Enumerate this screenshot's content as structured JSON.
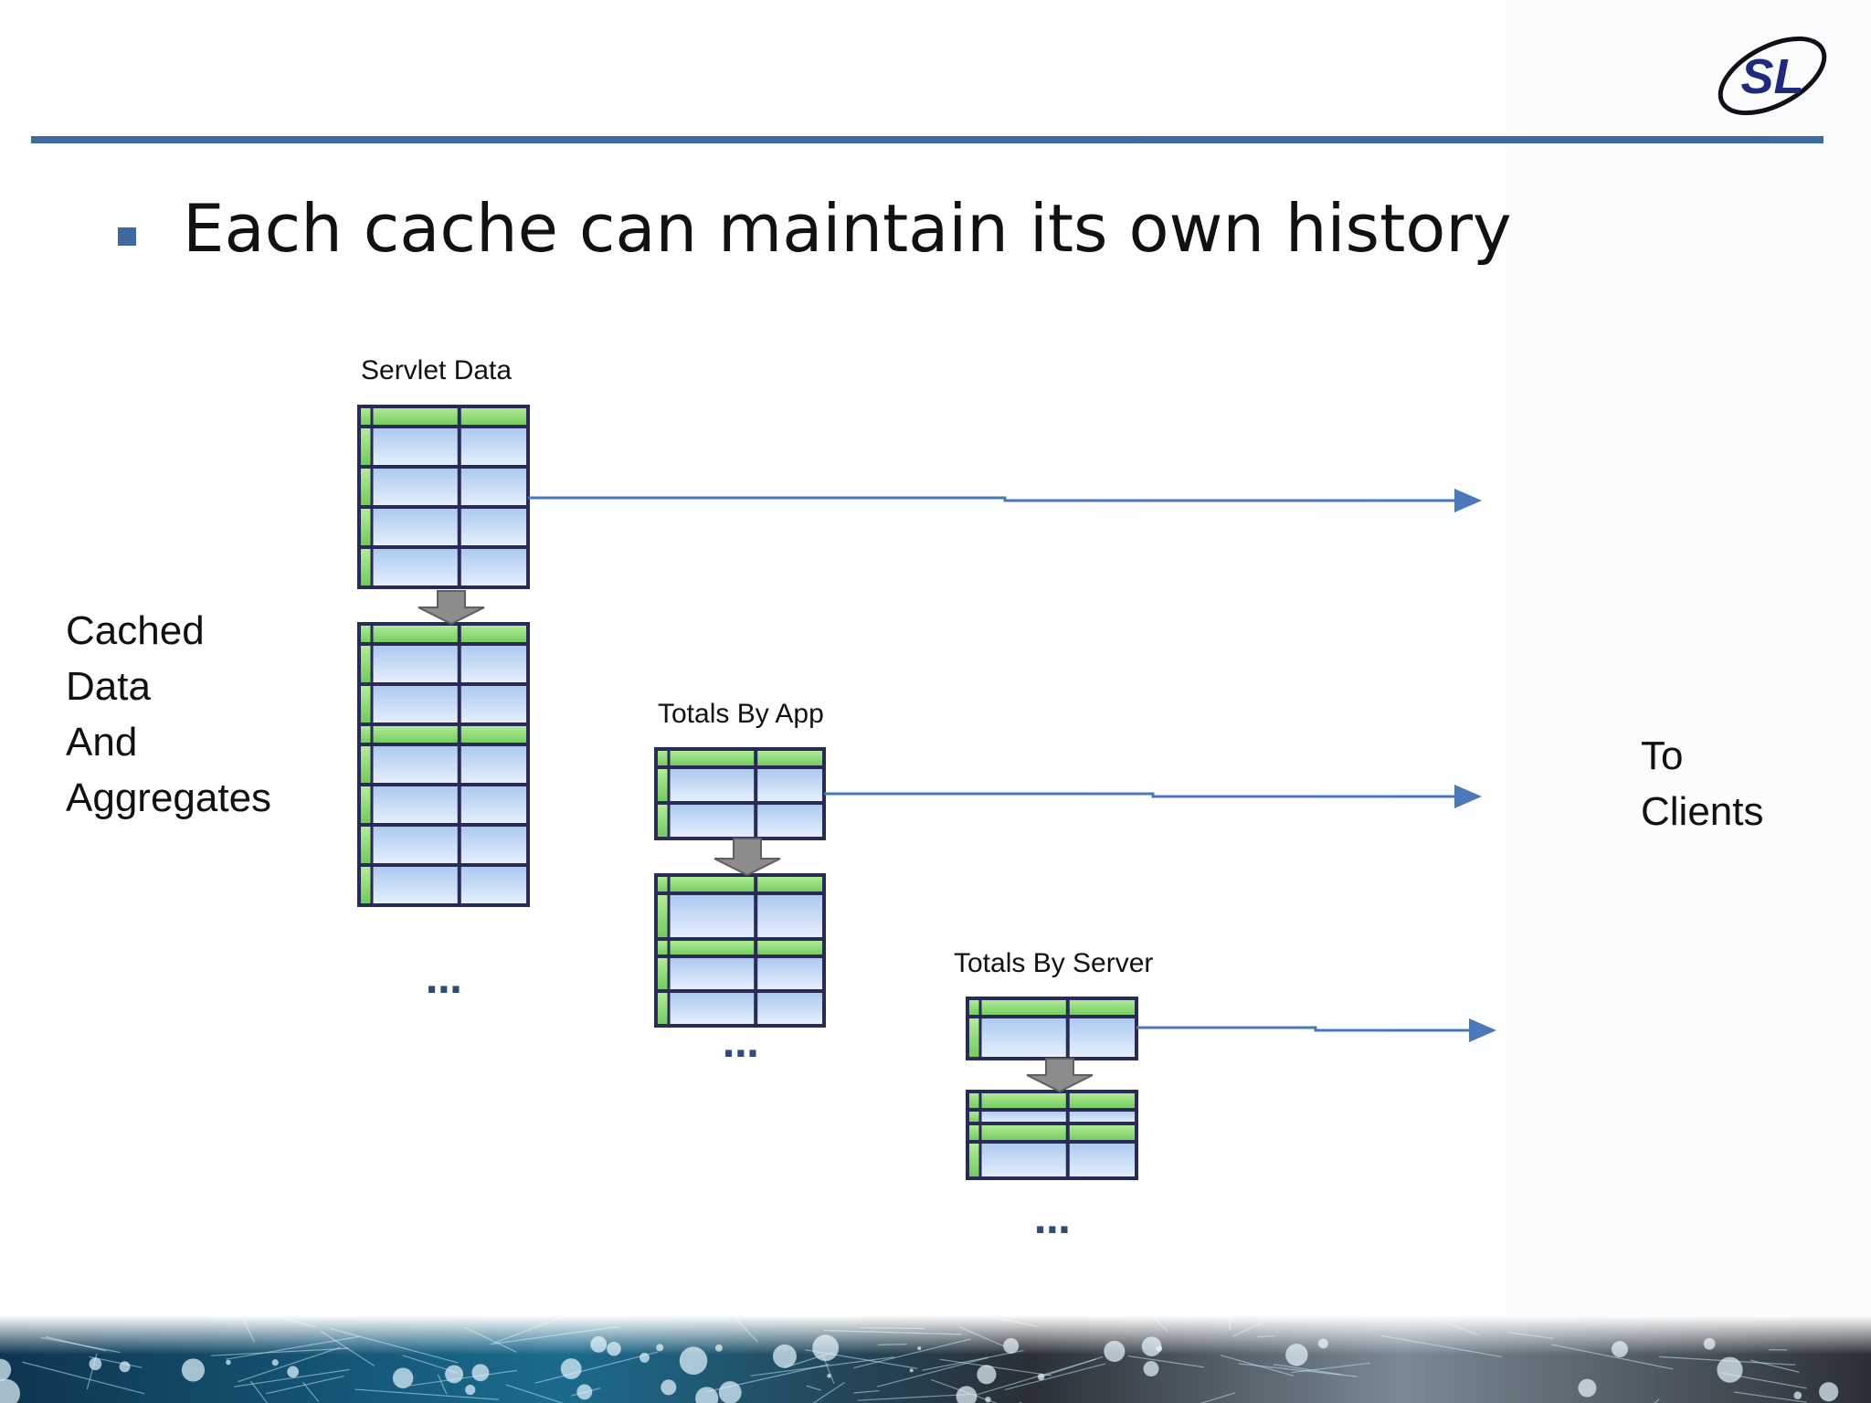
{
  "logo": {
    "text": "SL"
  },
  "slide": {
    "bullet": "Each cache can maintain its own history",
    "left_label": [
      "Cached",
      "Data",
      "And",
      "Aggregates"
    ],
    "right_label": [
      "To",
      "Clients"
    ]
  },
  "caches": [
    {
      "name": "servlet-data",
      "label": "Servlet Data",
      "ellipsis": "..."
    },
    {
      "name": "totals-by-app",
      "label": "Totals By App",
      "ellipsis": "..."
    },
    {
      "name": "totals-by-server",
      "label": "Totals By Server",
      "ellipsis": "..."
    }
  ],
  "colors": {
    "accent": "#3f6aa0",
    "table_border": "#2a2a58",
    "table_header_green": "#8ed87a",
    "table_cell_blue": "#c6dcf7",
    "arrow": "#4a78b8",
    "down_arrow_gray": "#8c8c8c"
  }
}
